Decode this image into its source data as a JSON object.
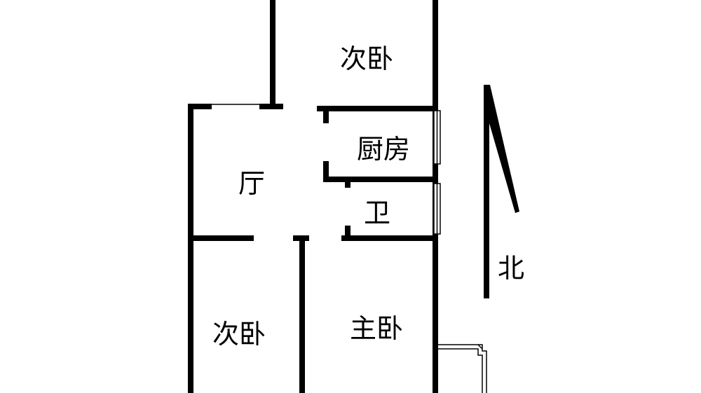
{
  "rooms": {
    "secondary_bedroom_top": "次卧",
    "kitchen": "厨房",
    "living_room": "厅",
    "bathroom": "卫",
    "secondary_bedroom_bottom": "次卧",
    "master_bedroom": "主卧"
  },
  "compass": {
    "north_label": "北"
  }
}
